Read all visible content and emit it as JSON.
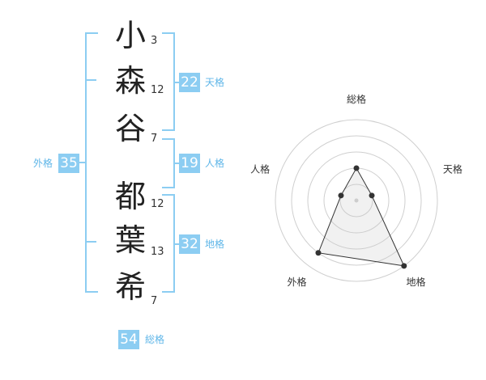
{
  "name": {
    "chars": [
      {
        "char": "小",
        "strokes": "3"
      },
      {
        "char": "森",
        "strokes": "12"
      },
      {
        "char": "谷",
        "strokes": "7"
      },
      {
        "char": "都",
        "strokes": "12"
      },
      {
        "char": "葉",
        "strokes": "13"
      },
      {
        "char": "希",
        "strokes": "7"
      }
    ]
  },
  "kaku": {
    "tenkaku": {
      "value": "22",
      "label": "天格"
    },
    "jinkaku": {
      "value": "19",
      "label": "人格"
    },
    "chikaku": {
      "value": "32",
      "label": "地格"
    },
    "gaikaku": {
      "value": "35",
      "label": "外格"
    },
    "soukaku": {
      "value": "54",
      "label": "総格"
    }
  },
  "chart_data": {
    "type": "radar",
    "axes": [
      "総格",
      "天格",
      "地格",
      "外格",
      "人格"
    ],
    "rings": 5,
    "values": [
      2,
      1,
      5,
      4,
      1
    ],
    "max": 5
  }
}
